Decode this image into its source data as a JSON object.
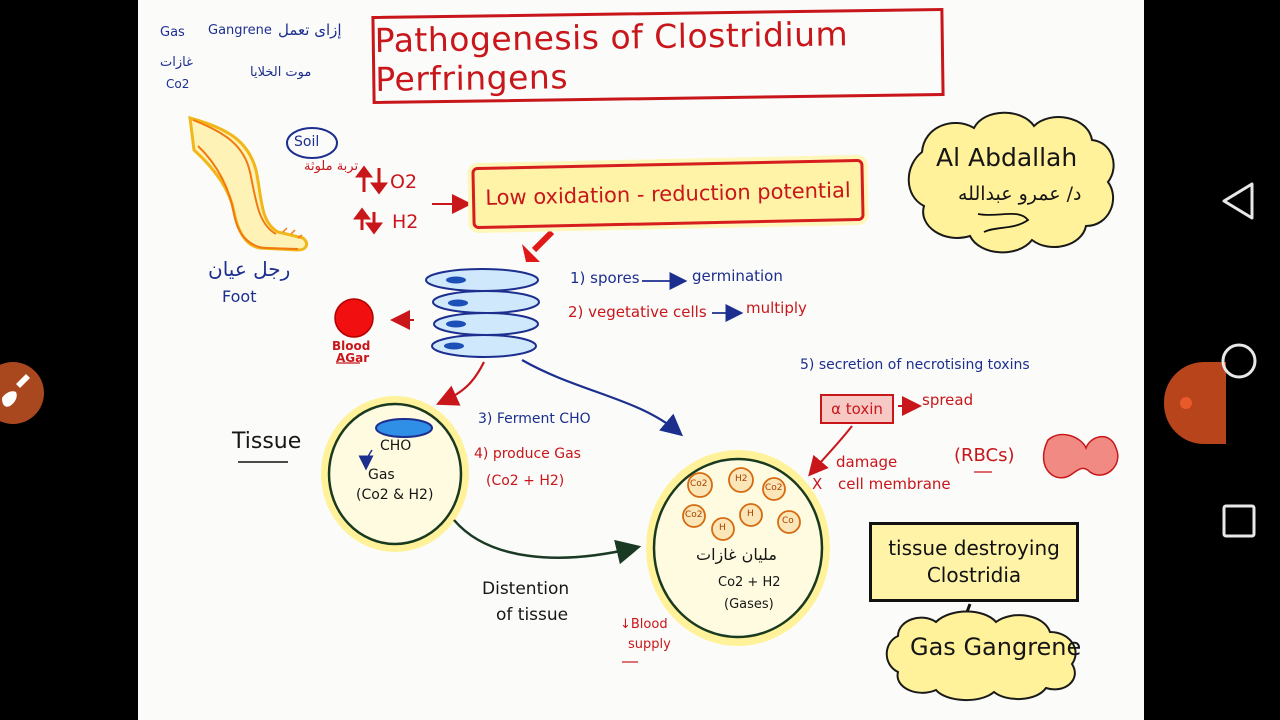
{
  "title": "Pathogenesis of Clostridium Perfringens",
  "corner_notes": {
    "gas": "Gas",
    "gas_ar": "غازات",
    "co2": "Co2",
    "gangrene": "Gangrene",
    "gangrene_ar": "إزاى تعمل",
    "necrosis_ar": "موت الخلايا"
  },
  "soil": {
    "label": "Soil",
    "label_ar": "تربة ملوثة"
  },
  "foot": {
    "label": "Foot",
    "label_ar": "رجل عيان"
  },
  "gases": {
    "o2": "O2",
    "h2": "H2"
  },
  "redox": "Low oxidation - reduction potential",
  "author": {
    "name": "Al Abdallah",
    "name_ar": "د/ عمرو عبدالله"
  },
  "steps": {
    "s1_left": "1) spores",
    "s1_right": "germination",
    "s2_left": "2) vegetative cells",
    "s2_right": "multiply",
    "s3": "3) Ferment CHO",
    "s4": "4) produce Gas",
    "s4_detail": "(Co2 + H2)",
    "s5": "5) secretion of necrotising toxins"
  },
  "blood_agar": {
    "line1": "Blood",
    "line2": "AGar"
  },
  "tissue": {
    "label": "Tissue",
    "cho": "CHO",
    "gas": "Gas",
    "gas_detail": "(Co2 & H2)"
  },
  "toxin": {
    "label": "α toxin",
    "spread": "spread"
  },
  "damage": {
    "line1": "damage",
    "line2": "cell membrane",
    "mark": "X"
  },
  "rbcs": "(RBCs)",
  "bubbles": [
    "Co2",
    "H2",
    "Co2",
    "Co2",
    "H",
    "H",
    "Co"
  ],
  "gas_tissue": {
    "ar": "مليان غازات",
    "line1": "Co2 + H2",
    "line2": "(Gases)"
  },
  "distention": {
    "line1": "Distention",
    "line2": "of tissue"
  },
  "blood_supply": {
    "line1": "↓Blood",
    "line2": "supply"
  },
  "destroy": {
    "line1": "tissue destroying",
    "line2": "Clostridia"
  },
  "gangrene_result": "Gas Gangrene",
  "colors": {
    "red": "#c8161b",
    "blue": "#1c2f8f",
    "yellow": "#fff3a8",
    "bacteria_blue": "#4aa3e6"
  }
}
